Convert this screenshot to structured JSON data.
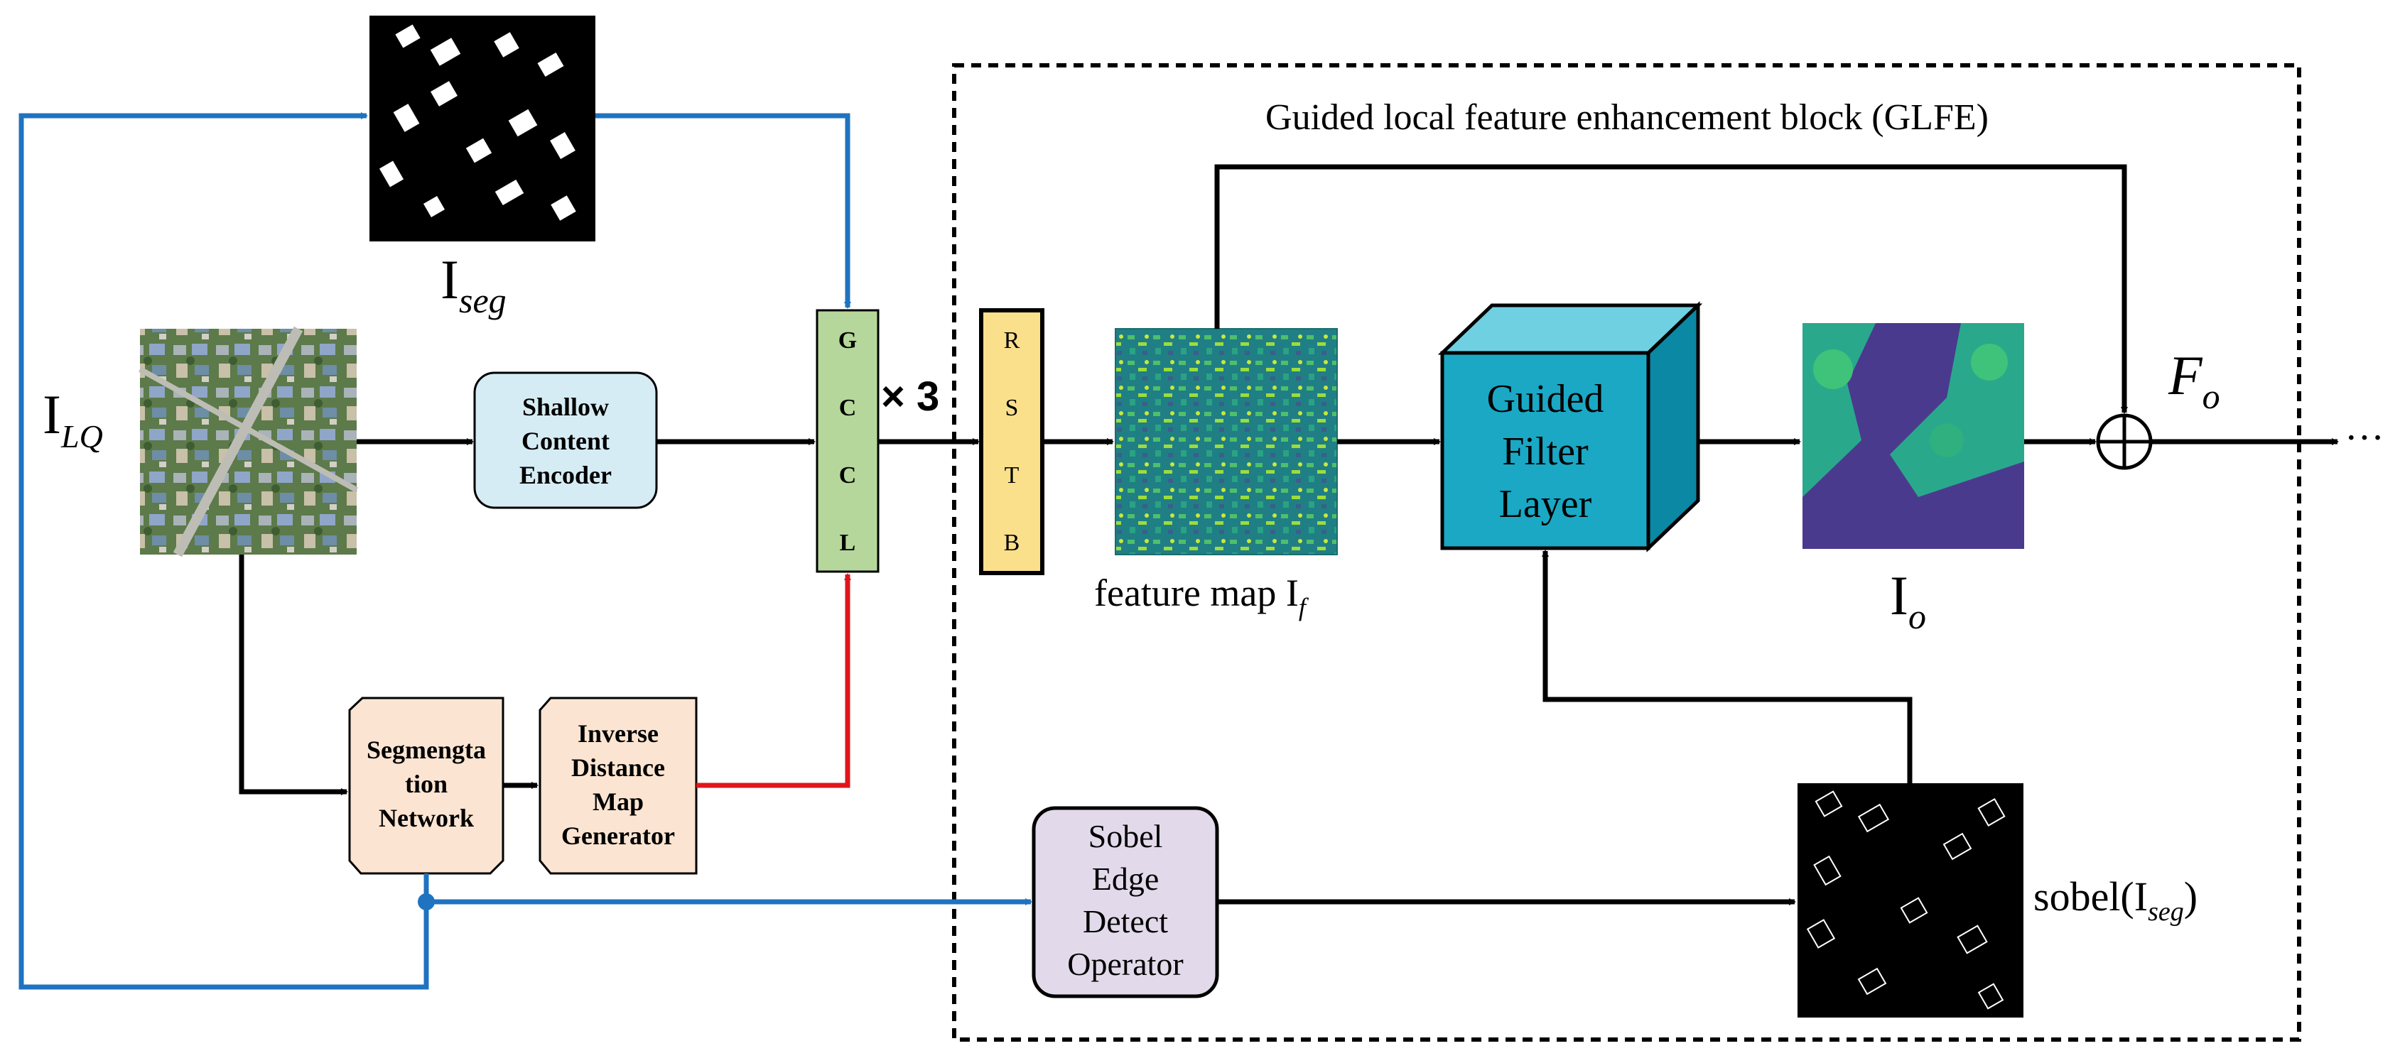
{
  "title": "Guided local feature enhancement block (GLFE)",
  "labels": {
    "i_lq": "I",
    "i_lq_sub": "LQ",
    "i_seg": "I",
    "i_seg_sub": "seg",
    "feature_map": "feature map I",
    "feature_map_sub": "f",
    "i_o": "I",
    "i_o_sub": "o",
    "f_o": "F",
    "f_o_sub": "o",
    "sobel_out_pre": "sobel(I",
    "sobel_out_sub": "seg",
    "sobel_out_post": ")",
    "times3": "× 3",
    "ellipsis": "···"
  },
  "blocks": {
    "shallow": [
      "Shallow",
      "Content",
      "Encoder"
    ],
    "gccl": [
      "G",
      "C",
      "C",
      "L"
    ],
    "rstb": [
      "R",
      "S",
      "T",
      "B"
    ],
    "segmentation": [
      "Segmengta",
      "tion",
      "Network"
    ],
    "inverse": [
      "Inverse",
      "Distance",
      "Map",
      "Generator"
    ],
    "sobel": [
      "Sobel",
      "Edge",
      "Detect",
      "Operator"
    ],
    "guided": [
      "Guided",
      "Filter",
      "Layer"
    ]
  },
  "colors": {
    "blue_line": "#1f73c0",
    "red_line": "#e0161b",
    "shallow_fill": "#d6ecf4",
    "gccl_fill": "#b5d79b",
    "rstb_fill": "#fbe08c",
    "seg_fill": "#fbe5d2",
    "sobel_fill": "#e2daea",
    "cube_front": "#1aa8c5",
    "cube_top": "#6fd0e2",
    "cube_side": "#0a88a4"
  }
}
